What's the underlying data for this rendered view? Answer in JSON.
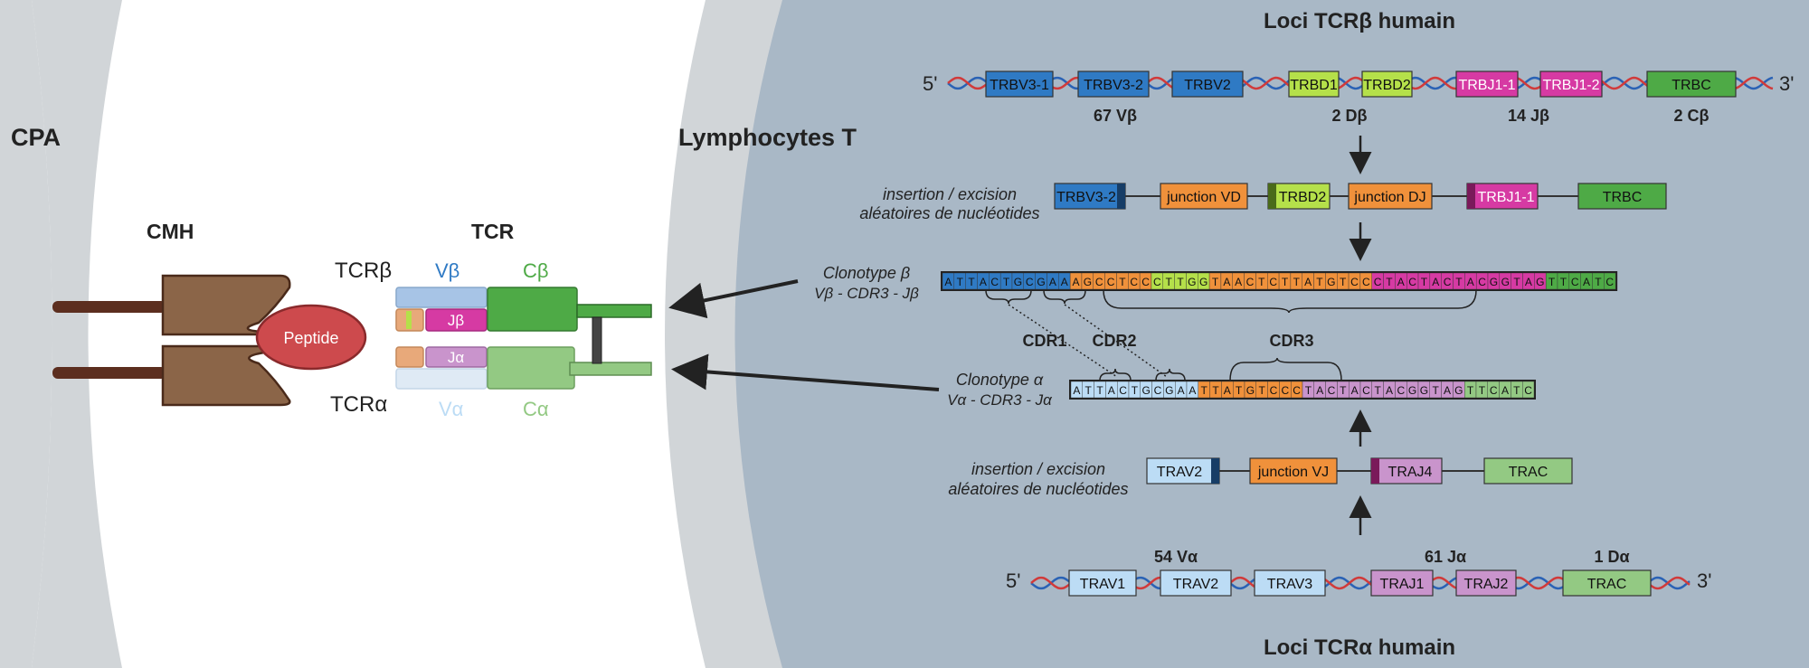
{
  "labels": {
    "cpa": "CPA",
    "cmh": "CMH",
    "peptide": "Peptide",
    "tcr": "TCR",
    "tcr_beta": "TCRβ",
    "tcr_alpha": "TCRα",
    "v_beta": "Vβ",
    "c_beta": "Cβ",
    "v_alpha": "Vα",
    "c_alpha": "Cα",
    "j_beta": "Jβ",
    "j_alpha": "Jα",
    "lymphocytes": "Lymphocytes T"
  },
  "beta_locus": {
    "title": "Loci TCRβ humain",
    "five_prime": "5'",
    "three_prime": "3'",
    "genes": [
      "TRBV3-1",
      "TRBV3-2",
      "TRBV2",
      "TRBD1",
      "TRBD2",
      "TRBJ1-1",
      "TRBJ1-2",
      "TRBC"
    ],
    "counts": [
      "67 Vβ",
      "2 Dβ",
      "14 Jβ",
      "2 Cβ"
    ]
  },
  "beta_rearranged": {
    "note_line1": "insertion / excision",
    "note_line2": "aléatoires de nucléotides",
    "segments": [
      "TRBV3-2",
      "junction VD",
      "TRBD2",
      "junction DJ",
      "TRBJ1-1",
      "TRBC"
    ]
  },
  "clonotype_beta": {
    "line1": "Clonotype β",
    "line2": "Vβ - CDR3 - Jβ",
    "sequence": "ATTACTGCGAAAGCCTCCCTTGGTAACTCTTATGTCCCTACTACTACGGTAGTTCATC"
  },
  "cdr": [
    "CDR1",
    "CDR2",
    "CDR3"
  ],
  "clonotype_alpha": {
    "line1": "Clonotype α",
    "line2": "Vα - CDR3 - Jα",
    "sequence": "ATTACTGCGAATTATGTCCCTACTACTACGGTAGTTCATC"
  },
  "alpha_rearranged": {
    "note_line1": "insertion / excision",
    "note_line2": "aléatoires de nucléotides",
    "segments": [
      "TRAV2",
      "junction VJ",
      "TRAJ4",
      "TRAC"
    ]
  },
  "alpha_locus": {
    "title": "Loci TCRα humain",
    "five_prime": "5'",
    "three_prime": "3'",
    "genes": [
      "TRAV1",
      "TRAV2",
      "TRAV3",
      "TRAJ1",
      "TRAJ2",
      "TRAC"
    ],
    "counts": [
      "54 Vα",
      "61 Jα",
      "1 Dα"
    ]
  },
  "colors": {
    "v_beta": "#2f7ac4",
    "d_beta": "#b5e04a",
    "j_beta": "#d63aa3",
    "c_beta": "#4eaa46",
    "junction": "#f0913b",
    "v_alpha": "#bcdcf5",
    "j_alpha": "#c994cc",
    "c_alpha": "#93c983",
    "panel": "#a9b8c6",
    "band": "#d1d5d8",
    "mhc": "#8b6548",
    "peptide": "#cd4a4d"
  }
}
